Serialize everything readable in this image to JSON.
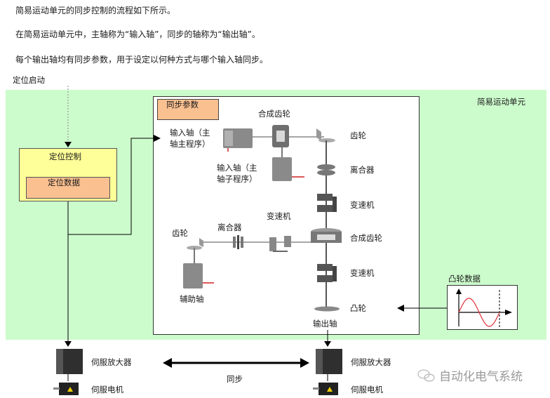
{
  "intro": {
    "line1": "简易运动单元的同步控制的流程如下所示。",
    "line2": "在简易运动单元中，主轴称为“输入轴”，同步的轴称为“输出轴”。",
    "line3": "每个输出轴均有同步参数，用于设定以何种方式与哪个输入轴同步。"
  },
  "start_label": "定位启动",
  "unit_label": "简易运动单元",
  "positioning": {
    "control_label": "定位控制",
    "data_label": "定位数据"
  },
  "sync_panel": {
    "params_label": "同步参数",
    "input_main_line1": "输入轴（主",
    "input_main_line2": "轴主程序）",
    "input_sub_line1": "输入轴（主",
    "input_sub_line2": "轴子程序）",
    "composite_gear_top": "合成齿轮",
    "gear_right": "齿轮",
    "clutch_right": "离合器",
    "speed_changer_right_1": "变速机",
    "composite_gear_right": "合成齿轮",
    "speed_changer_right_2": "变速机",
    "cam": "凸轮",
    "output_axis": "输出轴",
    "gear_aux": "齿轮",
    "clutch_aux": "离合器",
    "speed_changer_aux": "变速机",
    "aux_axis": "辅助轴"
  },
  "cam_data_label": "凸轮数据",
  "devices": {
    "left": {
      "amp": "伺服放大器",
      "motor": "伺服电机"
    },
    "right": {
      "amp": "伺服放大器",
      "motor": "伺服电机"
    },
    "sync_label": "同步"
  },
  "watermark": "自动化电气系统",
  "colors": {
    "unit_bg": "#ccfccc",
    "control_bg": "#ffff99",
    "param_bg": "#fac090",
    "cam_curve": "#e0303a"
  }
}
